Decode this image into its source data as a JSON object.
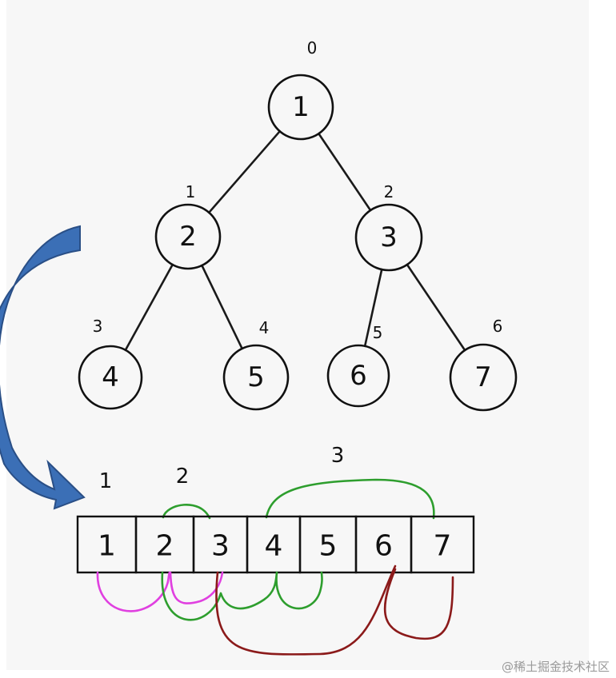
{
  "tree": {
    "nodes": [
      {
        "value": "1",
        "index": "0"
      },
      {
        "value": "2",
        "index": "1"
      },
      {
        "value": "3",
        "index": "2"
      },
      {
        "value": "4",
        "index": "3"
      },
      {
        "value": "5",
        "index": "4"
      },
      {
        "value": "6",
        "index": "5"
      },
      {
        "value": "7",
        "index": "6"
      }
    ],
    "edges": [
      [
        0,
        1
      ],
      [
        0,
        2
      ],
      [
        1,
        3
      ],
      [
        1,
        4
      ],
      [
        2,
        5
      ],
      [
        2,
        6
      ]
    ]
  },
  "array": {
    "cells": [
      "1",
      "2",
      "3",
      "4",
      "5",
      "6",
      "7"
    ]
  },
  "level_labels": [
    "1",
    "2",
    "3"
  ],
  "colors": {
    "level_arcs": "#2e9e2e",
    "child_arcs_node1": "#e040e0",
    "child_arcs_node2": "#2e9e2e",
    "child_arcs_node3": "#8b1a1a",
    "arrow_fill": "#3b6fb6",
    "arrow_stroke": "#2a4f86"
  },
  "watermark": "@稀土掘金技术社区"
}
